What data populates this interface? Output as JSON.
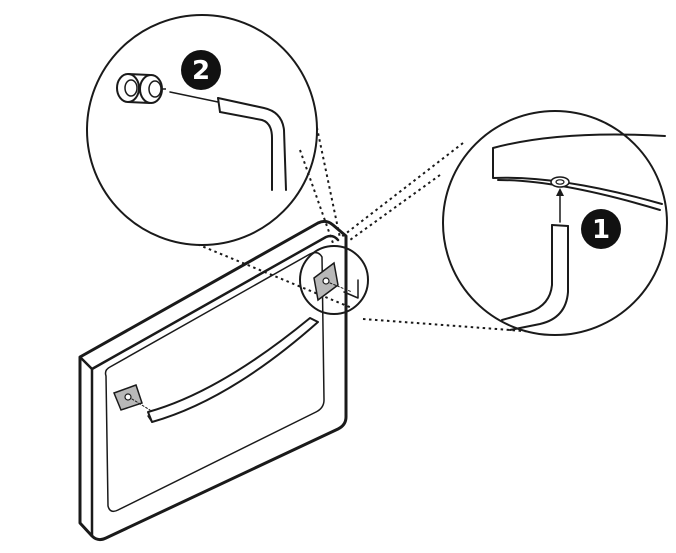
{
  "diagram": {
    "callouts": [
      {
        "id": "step-1",
        "label": "1"
      },
      {
        "id": "step-2",
        "label": "2"
      }
    ],
    "colors": {
      "line": "#1a1a1a",
      "badge": "#111111",
      "bracket_fill": "#b8b8b8",
      "background": "#ffffff"
    }
  }
}
